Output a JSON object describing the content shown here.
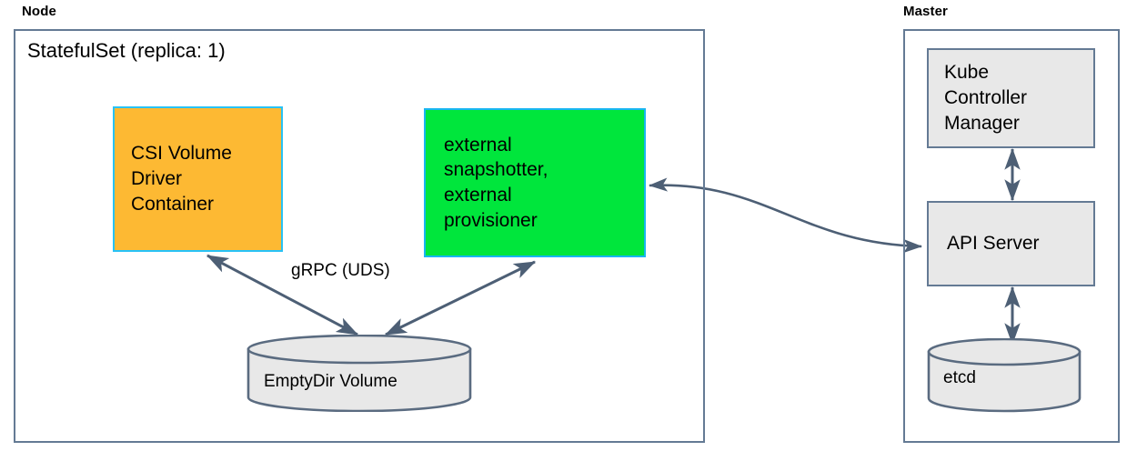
{
  "diagram": {
    "title_node": "Node",
    "title_master": "Master",
    "statefulset_caption": "StatefulSet (replica: 1)",
    "groups": [
      {
        "id": "node",
        "label": "Node"
      },
      {
        "id": "master",
        "label": "Master"
      }
    ],
    "nodes": [
      {
        "id": "csi-volume-driver-container",
        "label": "CSI Volume\nDriver\nContainer",
        "shape": "rect",
        "fill": "#fdb933",
        "stroke": "#28c2f5"
      },
      {
        "id": "external-sidecars",
        "label": "external\nsnapshotter,\nexternal\nprovisioner",
        "shape": "rect",
        "fill": "#00e63c",
        "stroke": "#18b6f0"
      },
      {
        "id": "emptydir-volume",
        "label": "EmptyDir Volume",
        "shape": "cylinder",
        "fill": "#e8e8e8",
        "stroke": "#5a6b80"
      },
      {
        "id": "kube-controller-manager",
        "label": "Kube\nController\nManager",
        "shape": "rect",
        "fill": "#e8e8e8",
        "stroke": "#647a94"
      },
      {
        "id": "api-server",
        "label": "API Server",
        "shape": "rect",
        "fill": "#e8e8e8",
        "stroke": "#647a94"
      },
      {
        "id": "etcd",
        "label": "etcd",
        "shape": "cylinder",
        "fill": "#e8e8e8",
        "stroke": "#5a6b80"
      }
    ],
    "edges": [
      {
        "id": "csi-to-emptydir",
        "from": "csi-volume-driver-container",
        "to": "emptydir-volume",
        "label": "gRPC (UDS)",
        "arrows": "both"
      },
      {
        "id": "external-to-emptydir",
        "from": "external-sidecars",
        "to": "emptydir-volume",
        "label": "",
        "arrows": "both"
      },
      {
        "id": "external-to-apiserver",
        "from": "external-sidecars",
        "to": "api-server",
        "label": "",
        "arrows": "both"
      },
      {
        "id": "kcm-to-apiserver",
        "from": "kube-controller-manager",
        "to": "api-server",
        "label": "",
        "arrows": "both"
      },
      {
        "id": "apiserver-to-etcd",
        "from": "api-server",
        "to": "etcd",
        "label": "",
        "arrows": "both"
      }
    ],
    "colors": {
      "edge_stroke": "#4d5f75",
      "group_stroke": "#647a94",
      "gray_fill": "#e8e8e8",
      "orange_fill": "#fdb933",
      "green_fill": "#00e63c",
      "cyan_stroke": "#18b6f0",
      "background": "#ffffff"
    }
  }
}
